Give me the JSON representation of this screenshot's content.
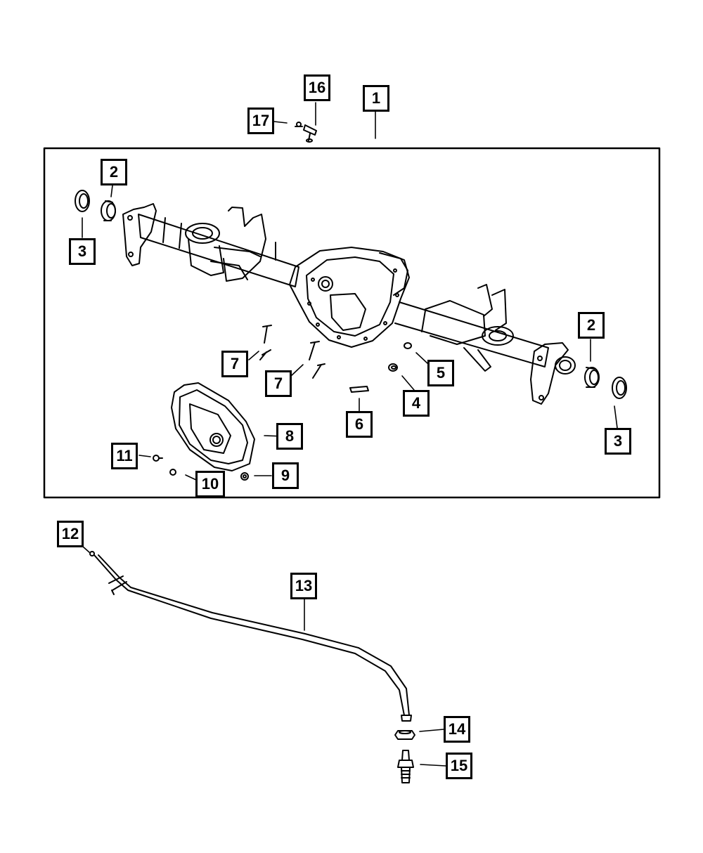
{
  "callouts": {
    "c1": "1",
    "c2a": "2",
    "c2b": "2",
    "c3a": "3",
    "c3b": "3",
    "c4": "4",
    "c5": "5",
    "c6": "6",
    "c7a": "7",
    "c7b": "7",
    "c8": "8",
    "c9": "9",
    "c10": "10",
    "c11": "11",
    "c12": "12",
    "c13": "13",
    "c14": "14",
    "c15": "15",
    "c16": "16",
    "c17": "17"
  },
  "colors": {
    "line": "#000000",
    "background": "#ffffff"
  }
}
